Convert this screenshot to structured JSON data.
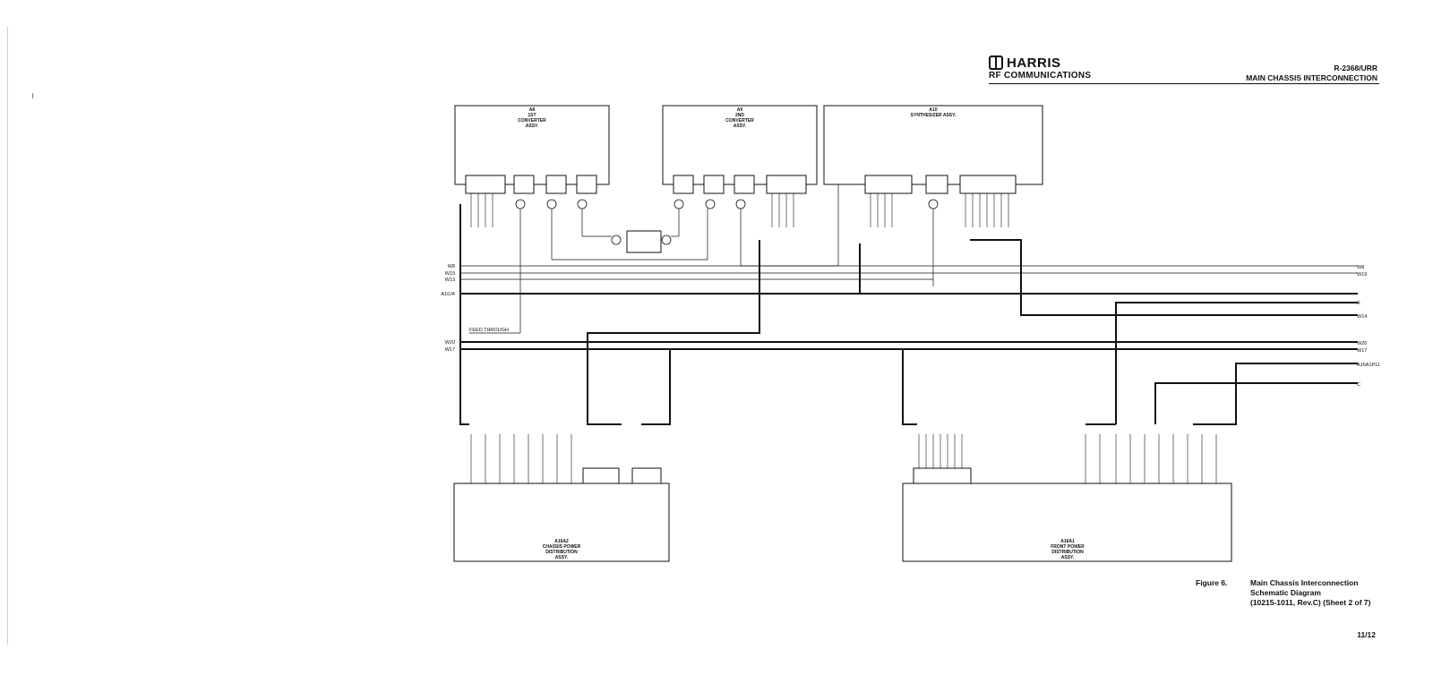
{
  "header": {
    "brand_name": "HARRIS",
    "brand_sub": "RF COMMUNICATIONS",
    "doc_id": "R-2368/URR",
    "doc_title": "MAIN CHASSIS INTERCONNECTION"
  },
  "figure": {
    "label": "Figure 6.",
    "caption_lines": [
      "Main Chassis Interconnection",
      "Schematic Diagram",
      "(10215-1011, Rev.C) (Sheet 2 of 7)"
    ]
  },
  "page_number": "11/12",
  "assemblies": {
    "a8": [
      "A8",
      "1ST",
      "CONVERTER",
      "ASSY."
    ],
    "a9": [
      "A9",
      "2ND",
      "CONVERTER",
      "ASSY."
    ],
    "a10": [
      "A10",
      "SYNTHESIZER ASSY."
    ],
    "a16a2": [
      "A16A2",
      "CHASSIS POWER",
      "DISTRIBUTION",
      "ASSY."
    ],
    "a16a1": [
      "A16A1",
      "FRONT POWER",
      "DISTRIBUTION",
      "ASSY."
    ]
  },
  "wires": {
    "left": [
      "W8",
      "W19",
      "W13",
      "A10J4",
      "W20",
      "W17"
    ],
    "right": [
      "W8",
      "W19",
      "A",
      "W14",
      "W20",
      "W17",
      "A16A1P11",
      "C"
    ]
  },
  "feed_through_label": "FEED THROUGH"
}
